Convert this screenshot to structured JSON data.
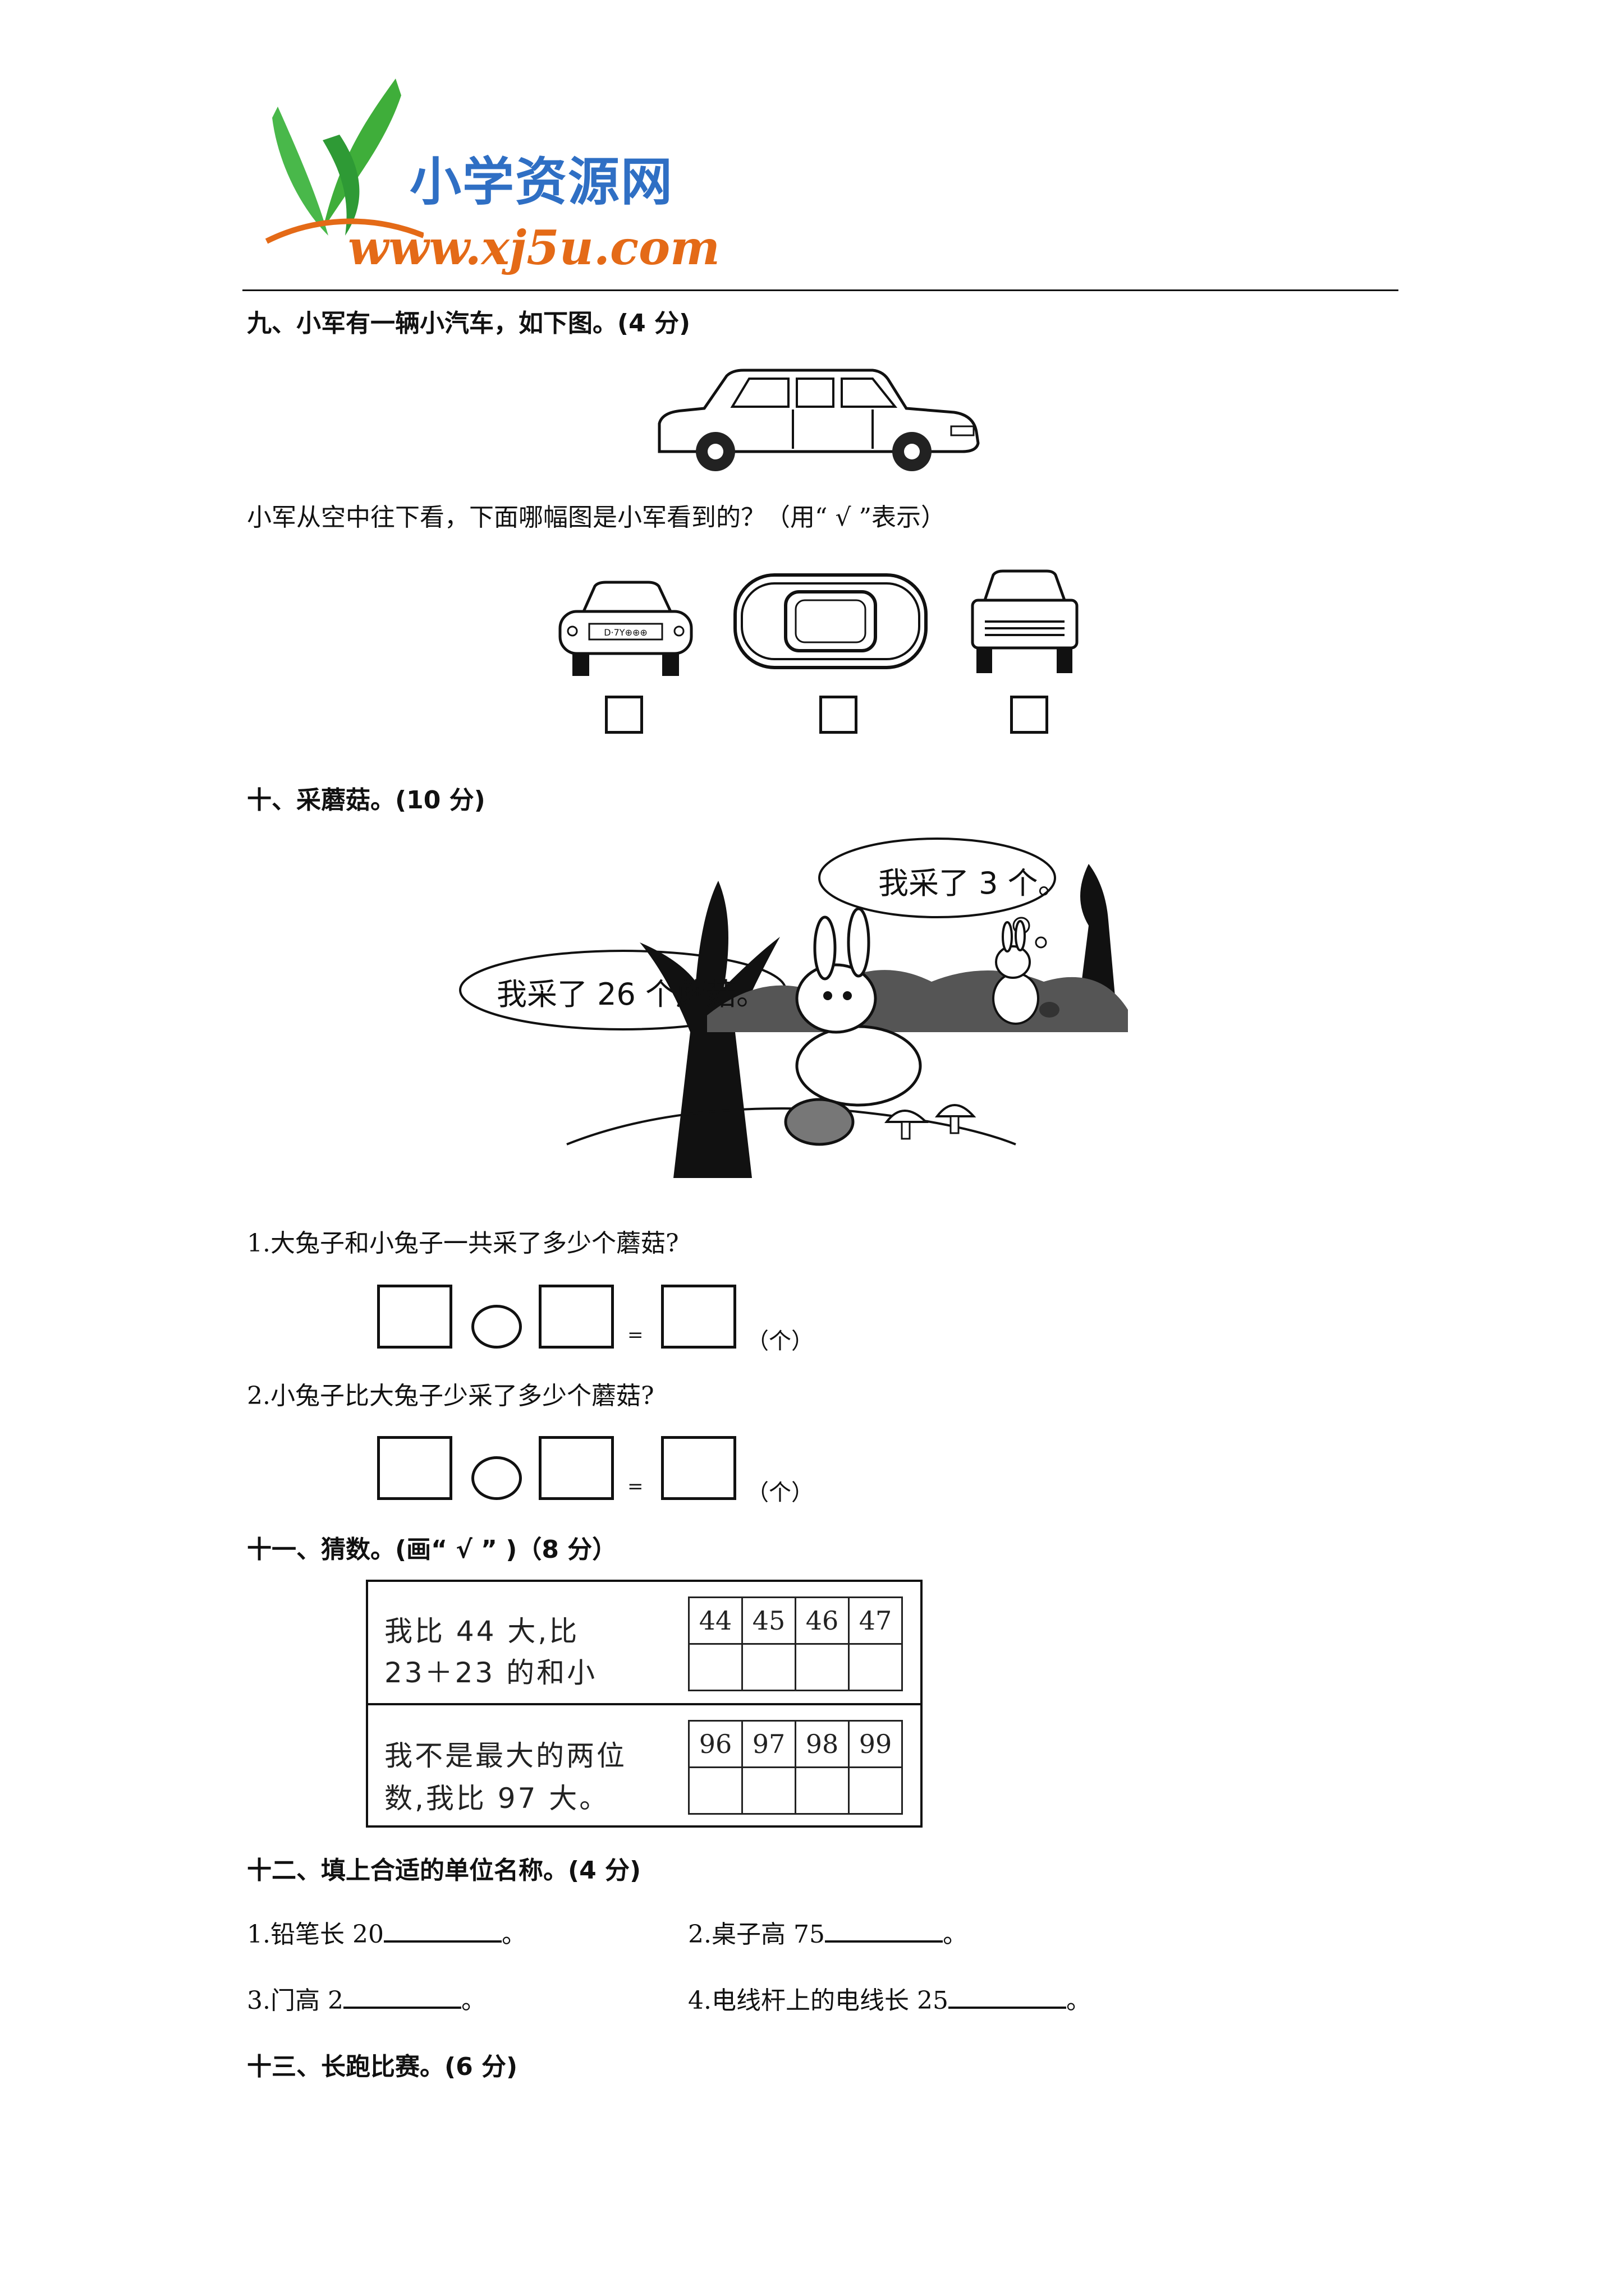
{
  "logo": {
    "name_cn": "小学资源网",
    "url": "www.xj5u.com",
    "colors": {
      "leaf": "#3fae3a",
      "text_blue": "#2f6fc4",
      "url_orange": "#e46a17"
    }
  },
  "q9": {
    "title": "九、小军有一辆小汽车，如下图。(4 分)",
    "question": "小军从空中往下看，下面哪幅图是小军看到的？（用“ √ ”表示）",
    "plate": "D·7Y⊕⊕⊕"
  },
  "q10": {
    "title": "十、采蘑菇。(10 分)",
    "bubble_big": "我采了 26 个蘑菇。",
    "bubble_small": "我采了 3 个。",
    "sub1": "1.大兔子和小兔子一共采了多少个蘑菇?",
    "sub2": "2.小兔子比大兔子少采了多少个蘑菇?",
    "equals": "=",
    "unit": "（个）"
  },
  "q11": {
    "title": "十一、猜数。(画“ √ ” )（8 分）",
    "rows": [
      {
        "line1": "我比 44 大,比",
        "line2": "23＋23 的和小",
        "nums": [
          "44",
          "45",
          "46",
          "47"
        ]
      },
      {
        "line1": "我不是最大的两位",
        "line2": "数,我比 97 大。",
        "nums": [
          "96",
          "97",
          "98",
          "99"
        ]
      }
    ]
  },
  "q12": {
    "title": "十二、填上合适的单位名称。(4 分)",
    "items": [
      {
        "prefix": "1.铅笔长 20",
        "suffix": "。"
      },
      {
        "prefix": "2.桌子高 75",
        "suffix": "。"
      },
      {
        "prefix": "3.门高 2",
        "suffix": "。"
      },
      {
        "prefix": "4.电线杆上的电线长 25",
        "suffix": "。"
      }
    ]
  },
  "q13": {
    "title": "十三、长跑比赛。(6 分)"
  }
}
